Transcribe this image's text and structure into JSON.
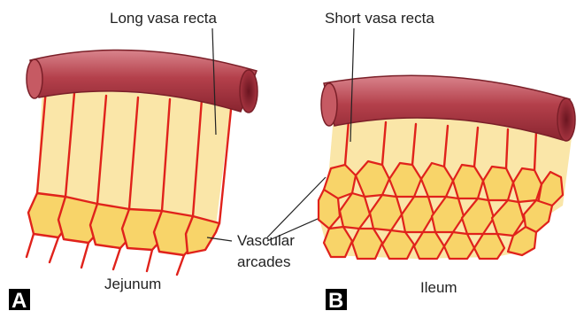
{
  "figure": {
    "left_panel": {
      "panel_letter": "A",
      "top_label": "Long vasa recta",
      "arcade_label_line1": "Vascular",
      "arcade_label_line2": "arcades",
      "bottom_label": "Jejunum"
    },
    "right_panel": {
      "panel_letter": "B",
      "top_label": "Short vasa recta",
      "bottom_label": "Ileum"
    }
  },
  "colors": {
    "vessel_red": "#e0221b",
    "fat_yellow": "#fae6a8",
    "arcade_fill": "#f8d469",
    "artery_dark": "#9b2d34",
    "artery_mid": "#c0505a",
    "artery_light": "#e6a0a6",
    "panel_box": "#000000"
  }
}
